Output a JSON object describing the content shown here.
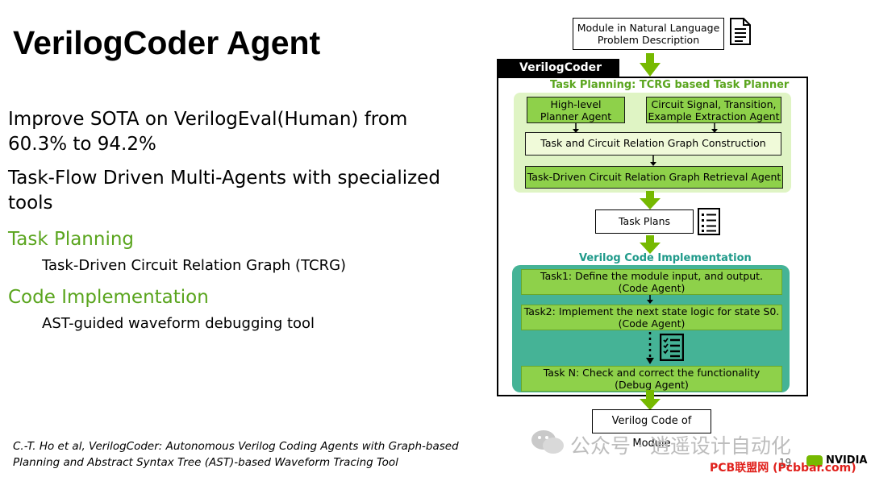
{
  "slide": {
    "title": "VerilogCoder Agent",
    "bullets": [
      "Improve SOTA on VerilogEval(Human) from 60.3% to 94.2%",
      "Task-Flow Driven Multi-Agents with specialized tools"
    ],
    "sections": [
      {
        "heading": "Task Planning",
        "item": "Task-Driven Circuit Relation Graph (TCRG)"
      },
      {
        "heading": "Code Implementation",
        "item": "AST-guided waveform debugging tool"
      }
    ],
    "citation_line1": "C.-T. Ho et al, VerilogCoder: Autonomous Verilog Coding Agents with Graph-based",
    "citation_line2": "Planning and Abstract Syntax Tree (AST)-based Waveform Tracing Tool"
  },
  "diagram": {
    "input_line1": "Module in Natural Language",
    "input_line2": "Problem Description",
    "container_label": "VerilogCoder",
    "planning_label": "Task Planning: TCRG based Task Planner",
    "planner_agent_line1": "High-level",
    "planner_agent_line2": "Planner Agent",
    "extraction_agent_line1": "Circuit Signal, Transition,",
    "extraction_agent_line2": "Example Extraction Agent",
    "graph_construction": "Task and Circuit Relation Graph Construction",
    "retrieval_agent": "Task-Driven Circuit Relation Graph Retrieval Agent",
    "task_plans": "Task Plans",
    "implementation_label": "Verilog Code Implementation",
    "tasks": [
      {
        "line1": "Task1: Define the module input, and output.",
        "line2": "(Code Agent)"
      },
      {
        "line1": "Task2: Implement the next state logic for state S0.",
        "line2": "(Code Agent)"
      },
      {
        "line1": "Task N: Check and correct the functionality",
        "line2": "(Debug Agent)"
      }
    ],
    "output": "Verilog Code of Module"
  },
  "footer": {
    "watermark": "公众号 · 逍遥设计自动化",
    "page_number": "19",
    "brand": "NVIDIA",
    "site_mark": "PCB联盟网 (Pcbbar.com)"
  },
  "colors": {
    "accent_green": "#76b900",
    "teal": "#45b396",
    "dark": "#000000"
  }
}
